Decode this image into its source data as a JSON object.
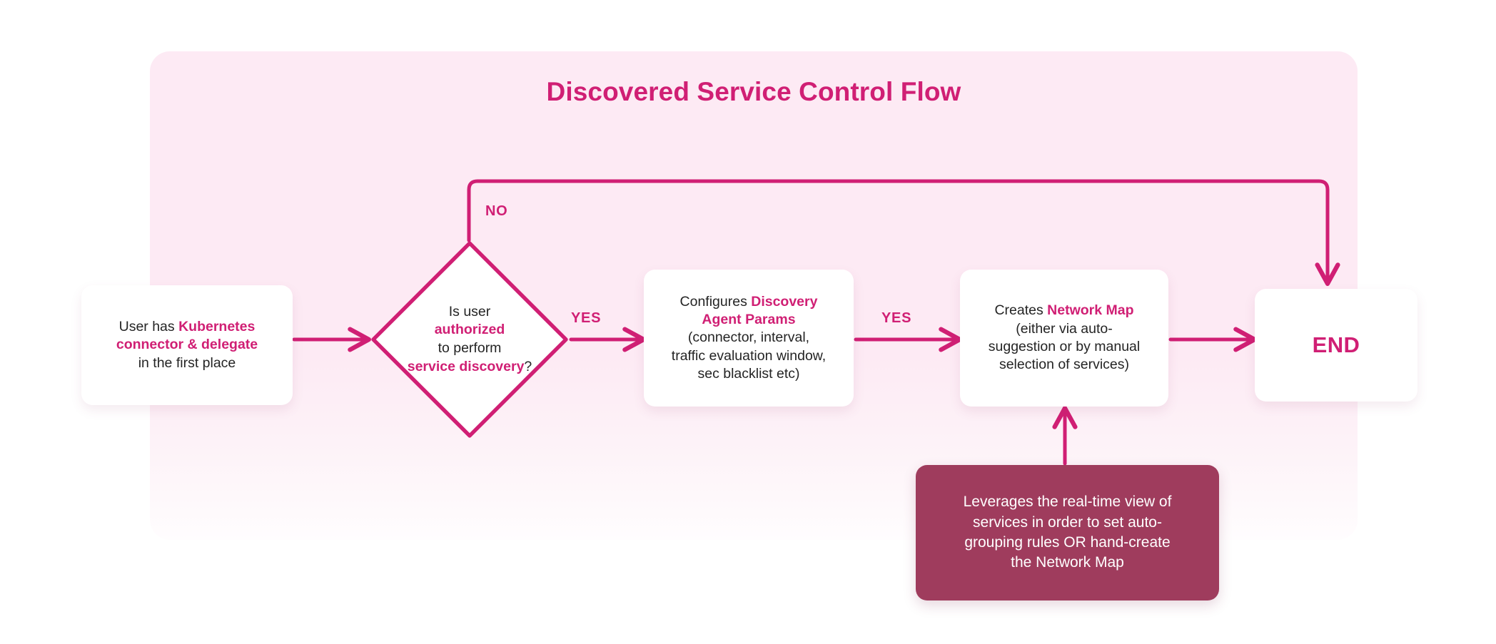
{
  "title": "Discovered Service Control Flow",
  "colors": {
    "accent": "#d01f74",
    "panel_bg": "#fdeaf4",
    "note_bg": "#9f3c5d",
    "node_bg": "#ffffff",
    "text": "#242424",
    "note_text": "#ffffff"
  },
  "nodes": {
    "user": {
      "type": "process",
      "lines": [
        {
          "pre": "User has ",
          "strong": "Kubernetes",
          "post": ""
        },
        {
          "pre": "",
          "strong": "connector & delegate",
          "post": ""
        },
        {
          "pre": "in the first place",
          "strong": "",
          "post": ""
        }
      ],
      "plain_text": "User has Kubernetes connector & delegate in the first place"
    },
    "decision": {
      "type": "decision",
      "lines": [
        {
          "pre": "Is user",
          "strong": "",
          "post": ""
        },
        {
          "pre": "",
          "strong": "authorized",
          "post": ""
        },
        {
          "pre": "to perform",
          "strong": "",
          "post": ""
        },
        {
          "pre": "",
          "strong": "service discovery",
          "post": "?"
        }
      ],
      "plain_text": "Is user authorized to perform service discovery?"
    },
    "params": {
      "type": "process",
      "lines": [
        {
          "pre": "Configures ",
          "strong": "Discovery",
          "post": ""
        },
        {
          "pre": "",
          "strong": "Agent Params",
          "post": ""
        },
        {
          "pre": "(connector, interval,",
          "strong": "",
          "post": ""
        },
        {
          "pre": "traffic evaluation window,",
          "strong": "",
          "post": ""
        },
        {
          "pre": "sec blacklist etc)",
          "strong": "",
          "post": ""
        }
      ],
      "plain_text": "Configures Discovery Agent Params (connector, interval, traffic evaluation window, sec blacklist etc)"
    },
    "netmap": {
      "type": "process",
      "lines": [
        {
          "pre": "Creates ",
          "strong": "Network Map",
          "post": ""
        },
        {
          "pre": "(either via auto-",
          "strong": "",
          "post": ""
        },
        {
          "pre": "suggestion or by manual",
          "strong": "",
          "post": ""
        },
        {
          "pre": "selection of services)",
          "strong": "",
          "post": ""
        }
      ],
      "plain_text": "Creates Network Map (either via auto-suggestion or by manual selection of services)"
    },
    "end": {
      "type": "terminator",
      "label": "END"
    },
    "note": {
      "type": "annotation",
      "lines": [
        "Leverages the real-time view of",
        "services in order to set auto-",
        "grouping rules OR hand-create",
        "the Network Map"
      ],
      "plain_text": "Leverages the real-time view of services in order to set auto-grouping rules OR hand-create the Network Map"
    }
  },
  "edges": {
    "user_to_decision": {
      "label": ""
    },
    "decision_no": {
      "label": "NO",
      "from": "decision",
      "to": "end"
    },
    "decision_yes": {
      "label": "YES",
      "from": "decision",
      "to": "params"
    },
    "params_to_netmap": {
      "label": "YES",
      "from": "params",
      "to": "netmap"
    },
    "netmap_to_end": {
      "label": ""
    },
    "note_to_netmap": {
      "label": ""
    }
  }
}
